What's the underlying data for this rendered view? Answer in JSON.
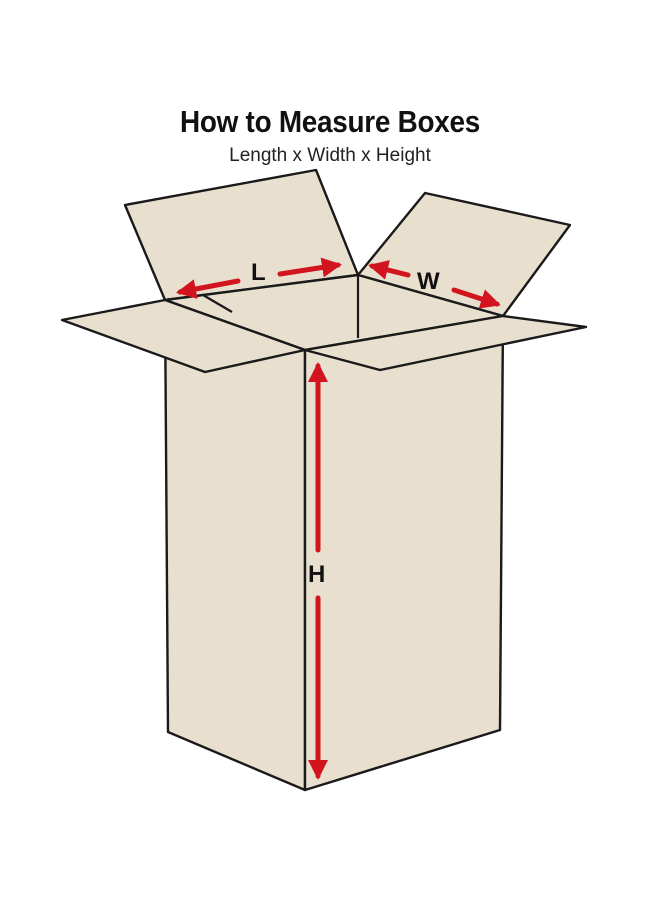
{
  "header": {
    "title": "How to Measure Boxes",
    "subtitle": "Length x Width x Height"
  },
  "labels": {
    "length": "L",
    "width": "W",
    "height": "H"
  },
  "colors": {
    "box_fill": "#e9dfcf",
    "outline": "#1a1a1a",
    "arrow": "#d2141e",
    "text": "#111111"
  }
}
